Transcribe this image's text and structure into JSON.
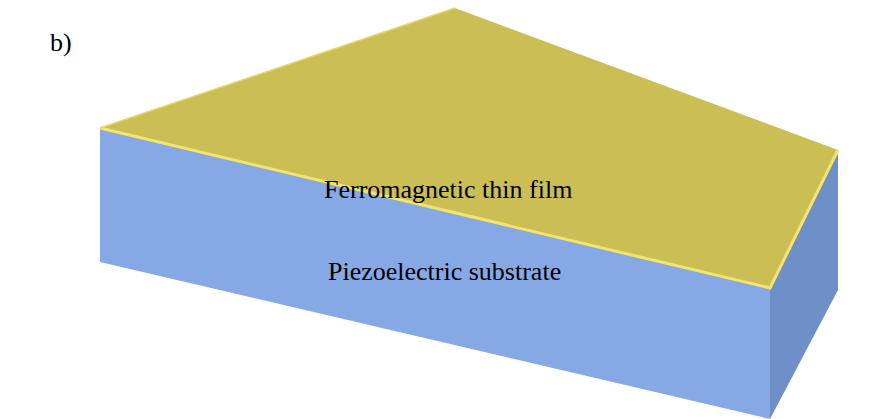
{
  "diagram": {
    "nodes": [
      {
        "text": [
          "Ferromagnetic thin film"
        ]
      },
      {
        "text": [
          "Piezoelectric substrate"
        ]
      }
    ],
    "labels": [
      "b)"
    ]
  }
}
